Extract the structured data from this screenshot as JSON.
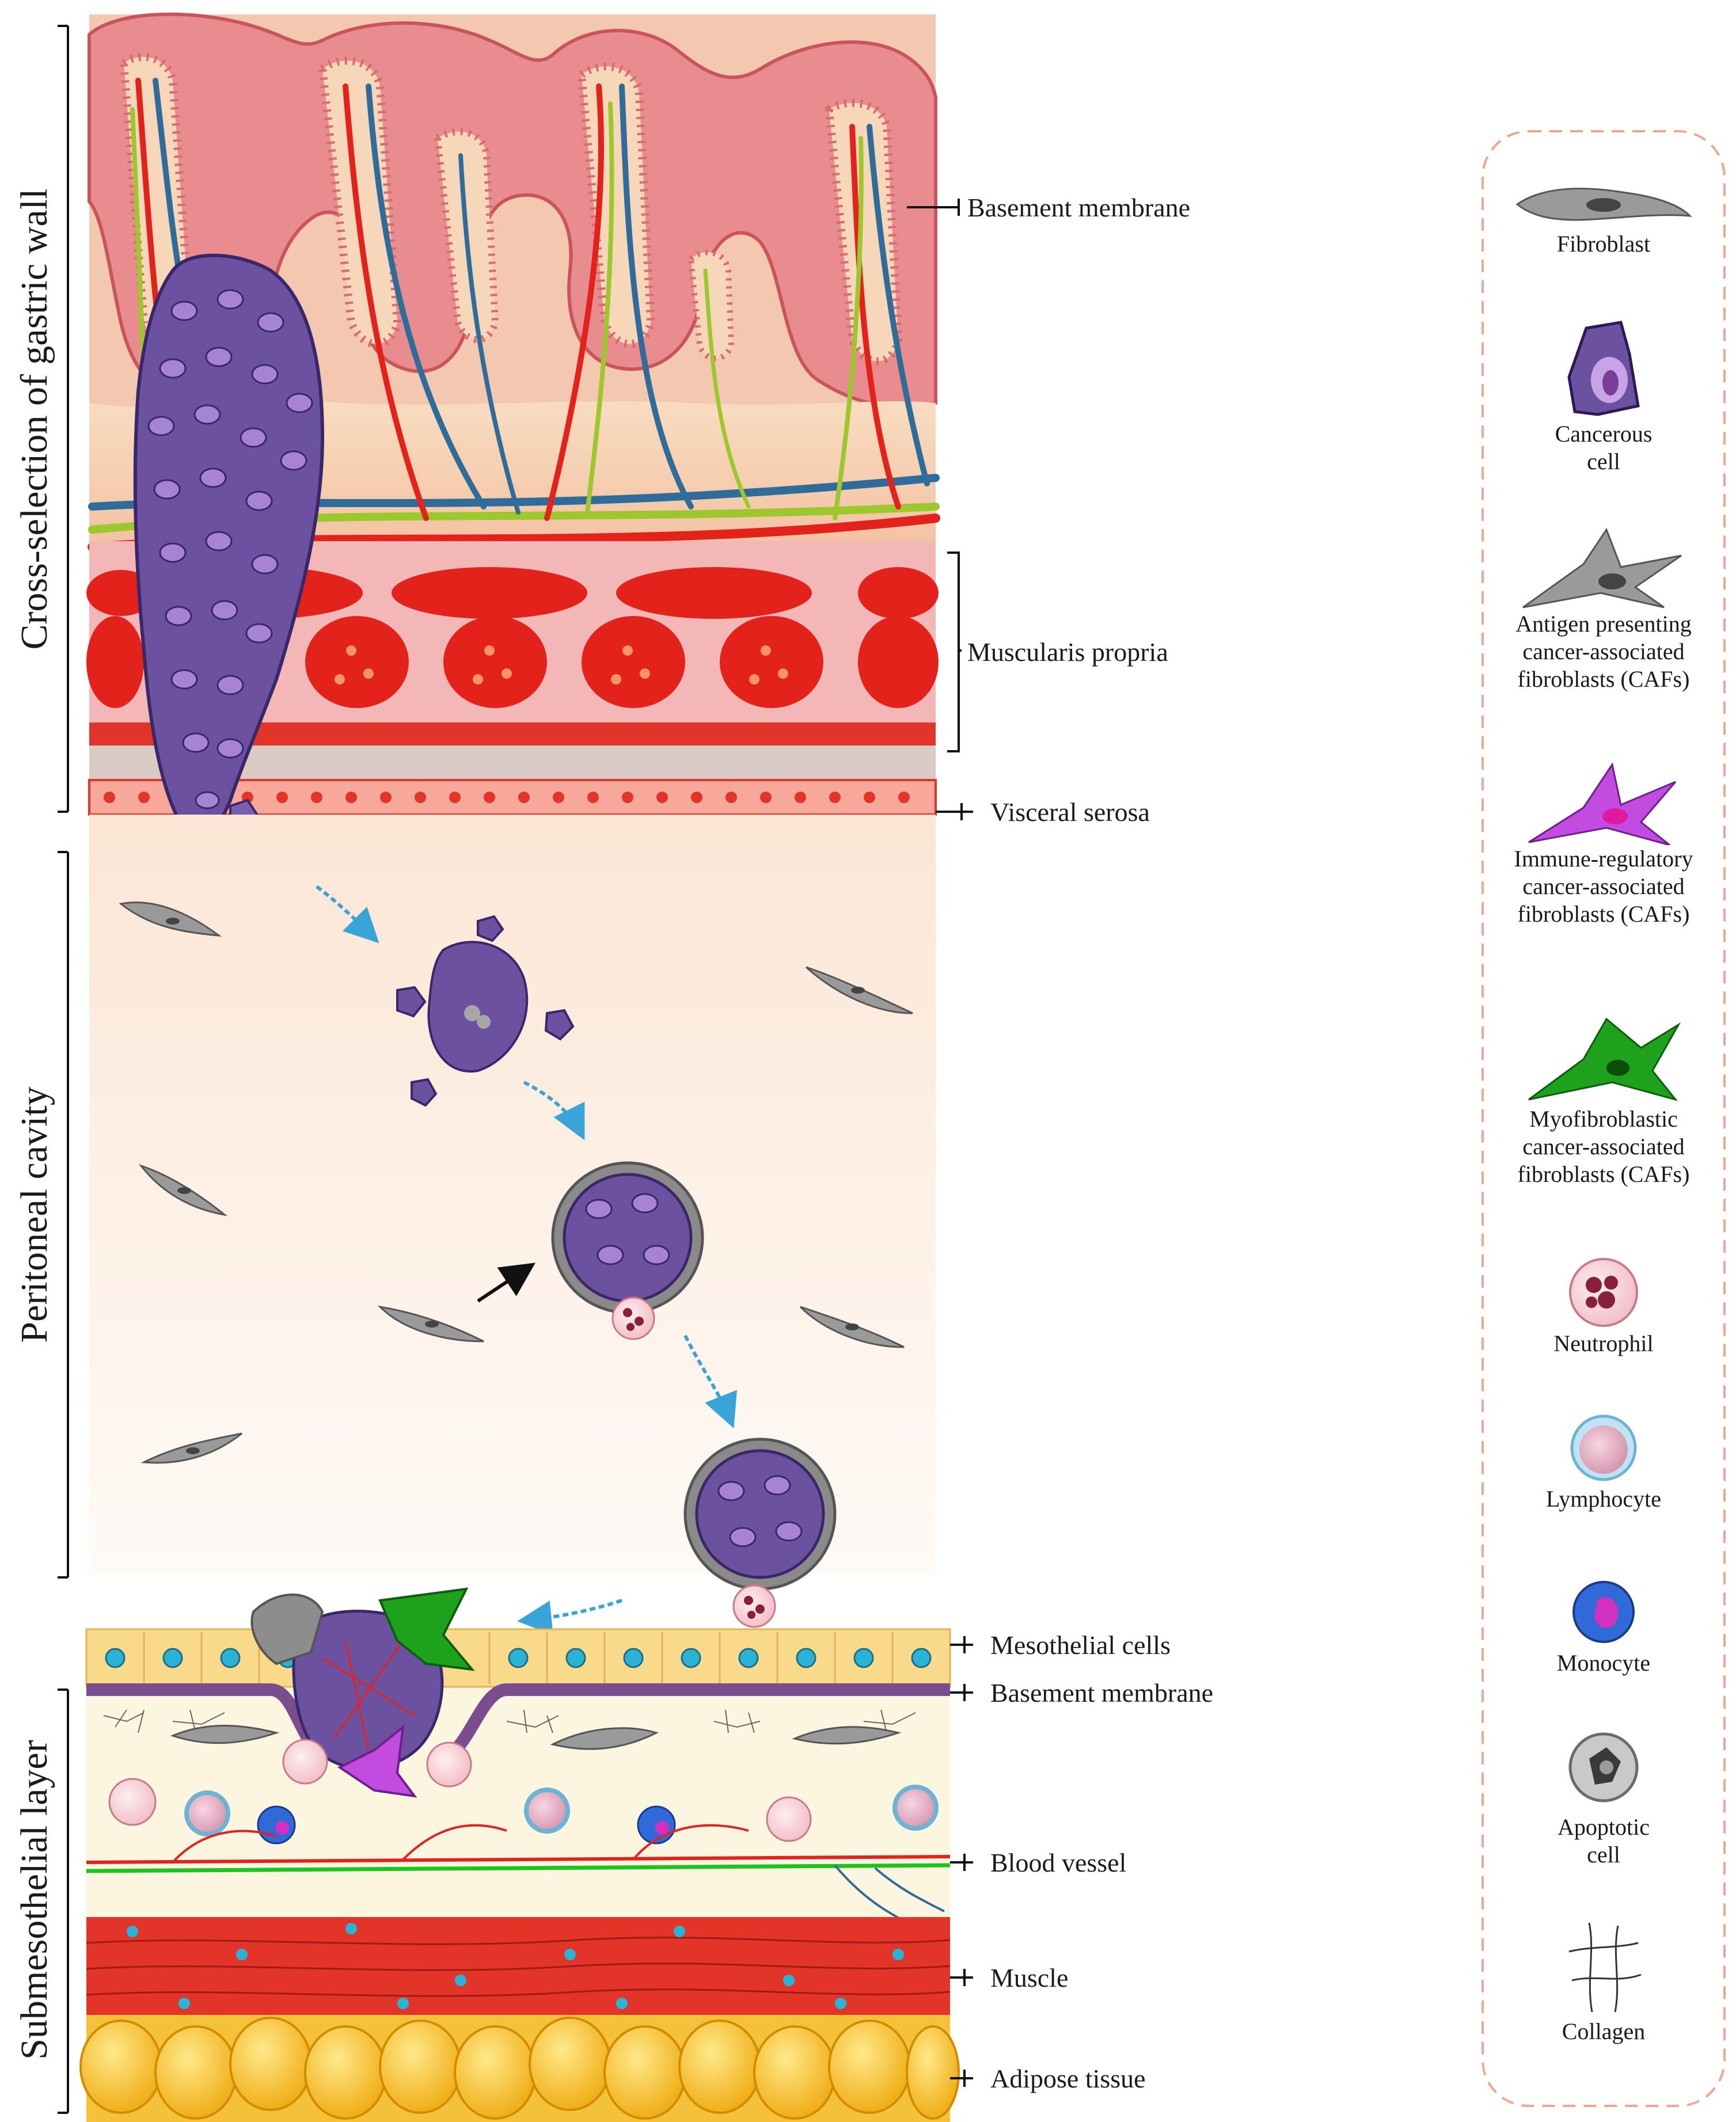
{
  "section_labels": {
    "gastric_wall": "Cross-selection of gastric wall",
    "peritoneal_cavity": "Peritoneal cavity",
    "submesothelial_layer": "Submesothelial layer"
  },
  "structure_labels": {
    "basement_membrane_top": "Basement membrane",
    "muscularis_propria": "Muscularis propria",
    "visceral_serosa": "Visceral serosa",
    "mesothelial_cells": "Mesothelial cells",
    "basement_membrane_bottom": "Basement membrane",
    "blood_vessel": "Blood vessel",
    "muscle": "Muscle",
    "adipose_tissue": "Adipose tissue"
  },
  "legend": {
    "fibroblast": "Fibroblast",
    "cancerous_cell": "Cancerous\ncell",
    "antigen_caf": "Antigen presenting\ncancer-associated\nfibroblasts (CAFs)",
    "immune_caf": "Immune-regulatory\ncancer-associated\nfibroblasts (CAFs)",
    "myo_caf": "Myofibroblastic\ncancer-associated\nfibroblasts (CAFs)",
    "neutrophil": "Neutrophil",
    "lymphocyte": "Lymphocyte",
    "monocyte": "Monocyte",
    "apoptotic_cell": "Apoptotic\ncell",
    "collagen": "Collagen"
  },
  "colors": {
    "mucosa": "#e8858a",
    "lamina": "#f6c9a8",
    "cancer": "#6a4fa0",
    "fibroblast": "#9a9a9a",
    "immune_caf": "#c24be0",
    "myo_caf": "#1ea21e",
    "muscle": "#e3382b",
    "adipose": "#f7c623",
    "cavity": "#fdf0e6",
    "legend_border": "#f2a58f"
  }
}
